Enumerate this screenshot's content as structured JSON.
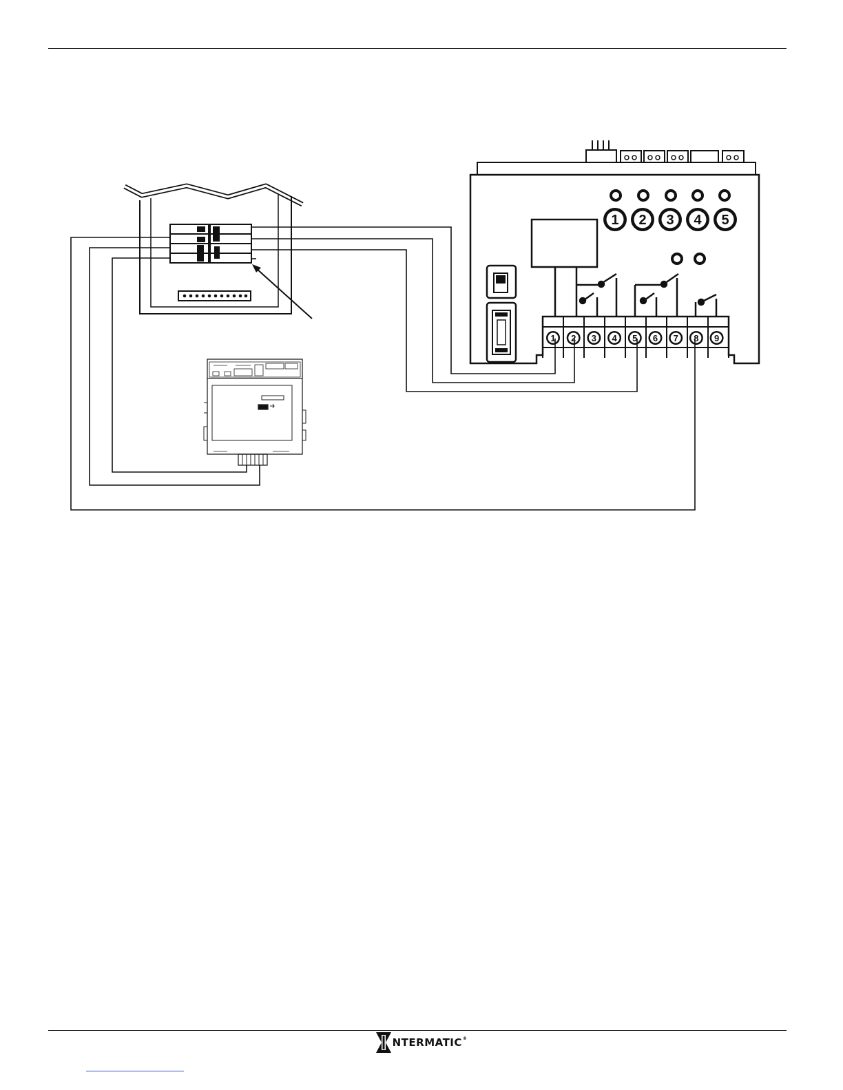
{
  "diagram": {
    "controller": {
      "circuit_buttons": [
        "1",
        "2",
        "3",
        "4",
        "5"
      ],
      "terminals": [
        "1",
        "2",
        "3",
        "4",
        "5",
        "6",
        "7",
        "8",
        "9"
      ]
    }
  },
  "footer": {
    "brand_name": "NTERMATIC",
    "brand_mark": "®"
  }
}
